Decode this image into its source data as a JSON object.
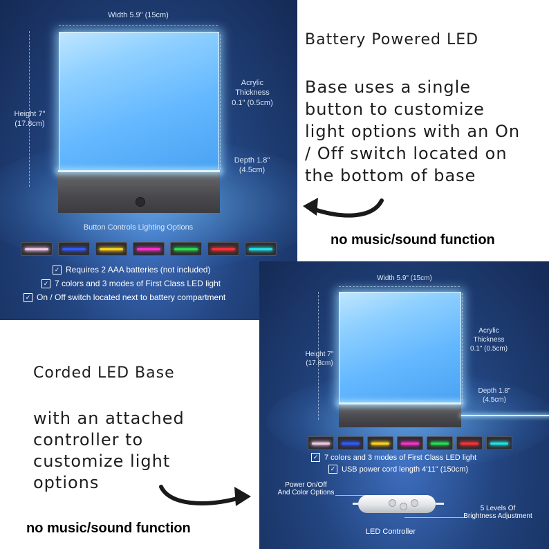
{
  "top_panel": {
    "width_label": "Width 5.9\" (15cm)",
    "height_label": "Height 7\"",
    "height_metric": "(17.8cm)",
    "acrylic_label": "Acrylic",
    "thickness_label": "Thickness",
    "thickness_value": "0.1\" (0.5cm)",
    "depth_label": "Depth 1.8\"",
    "depth_metric": "(4.5cm)",
    "button_label": "Button Controls Lighting Options",
    "swatch_colors": [
      "#f3c6e6",
      "#2f5bff",
      "#ffd21a",
      "#ff2ed0",
      "#27e04e",
      "#ff2f35",
      "#1ee3e8"
    ],
    "features": [
      "Requires 2 AAA batteries (not included)",
      "7 colors and 3 modes of First Class LED light",
      "On / Off switch located next to battery compartment"
    ]
  },
  "battery_heading": "Battery Powered LED",
  "battery_desc": [
    "Base uses a single",
    "button to customize",
    "light options with an On",
    "/ Off switch located on",
    "the bottom of base"
  ],
  "no_music_1": "no music/sound function",
  "corded_heading": "Corded LED Base",
  "corded_desc": [
    "with an attached",
    "controller to",
    "customize light",
    "options"
  ],
  "no_music_2": "no music/sound function",
  "bottom_panel": {
    "width_label": "Width 5.9\" (15cm)",
    "height_label": "Height 7\"",
    "height_metric": "(17.8cm)",
    "acrylic_label": "Acrylic",
    "thickness_label": "Thickness",
    "thickness_value": "0.1\" (0.5cm)",
    "depth_label": "Depth 1.8\"",
    "depth_metric": "(4.5cm)",
    "swatch_colors": [
      "#f3c6e6",
      "#2f5bff",
      "#ffd21a",
      "#ff2ed0",
      "#27e04e",
      "#ff2f35",
      "#1ee3e8"
    ],
    "features": [
      "7 colors and 3 modes of First Class LED light",
      "USB power cord length 4'11\" (150cm)"
    ],
    "power_label_1": "Power On/Off",
    "power_label_2": "And Color Options",
    "brightness_label_1": "5 Levels Of",
    "brightness_label_2": "Brightness Adjustment",
    "controller_label": "LED Controller"
  }
}
